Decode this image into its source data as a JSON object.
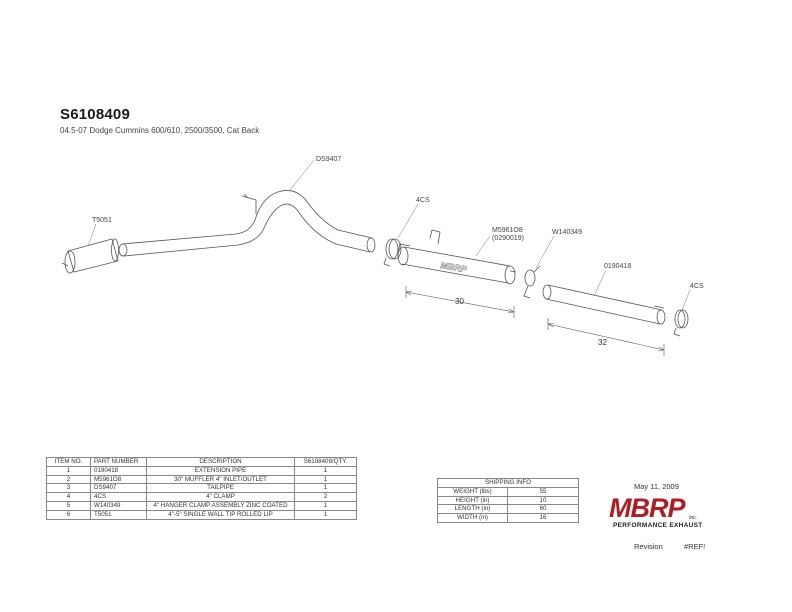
{
  "document": {
    "title": "S6108409",
    "subtitle": "04.5-07 Dodge Cummins 600/610, 2500/3500, Cat Back"
  },
  "callouts": {
    "tailpipe": "DS9407",
    "tip": "T5051",
    "clamp_a": "4CS",
    "muffler_line1": "M5961O8",
    "muffler_line2": "(0290019)",
    "hanger": "W140349",
    "extension": "0190418",
    "clamp_b": "4CS",
    "muffler_logo": "MBRP"
  },
  "dimensions": {
    "muffler_length": "30",
    "extension_length": "32"
  },
  "bom": {
    "headers": [
      "ITEM NO.",
      "PART NUMBER",
      "DESCRIPTION",
      "S6108409/QTY."
    ],
    "rows": [
      [
        "1",
        "0190418",
        "EXTENSION PIPE",
        "1"
      ],
      [
        "2",
        "M5961O8",
        "30\" MUFFLER 4\" INLET/OUTLET",
        "1"
      ],
      [
        "3",
        "DS9407",
        "TAILPIPE",
        "1"
      ],
      [
        "4",
        "4CS",
        "4\" CLAMP",
        "2"
      ],
      [
        "5",
        "W140349",
        "4\" HANGER CLAMP ASSEMBLY ZINC COATED",
        "1"
      ],
      [
        "6",
        "T5051",
        "4\"-5\" SINGLE WALL TIP ROLLED LIP",
        "1"
      ]
    ]
  },
  "shipping": {
    "title": "SHIPPING INFO",
    "rows": [
      [
        "WEIGHT (lbs)",
        "55"
      ],
      [
        "HEIGHT (in)",
        "10"
      ],
      [
        "LENGTH (in)",
        "60"
      ],
      [
        "WIDTH (in)",
        "16"
      ]
    ]
  },
  "footer": {
    "date": "May 11, 2009",
    "logo_main": "MBRP",
    "logo_inc": "Inc.",
    "logo_tagline": "PERFORMANCE EXHAUST",
    "revision_label": "Revision",
    "revision_value": "#REF!"
  },
  "colors": {
    "logo_red": "#b01c22",
    "line": "#555555"
  }
}
